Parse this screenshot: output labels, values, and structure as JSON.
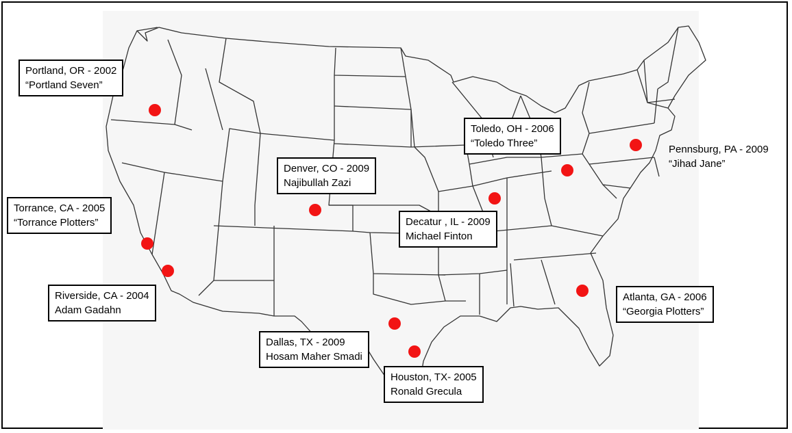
{
  "map": {
    "colors": {
      "marker": "#f21414",
      "border": "#000000",
      "map_lines": "#333333",
      "background": "#f6f6f6"
    },
    "locations": [
      {
        "id": "portland",
        "line1": "Portland, OR - 2002",
        "line2": "“Portland Seven”"
      },
      {
        "id": "torrance",
        "line1": "Torrance, CA - 2005",
        "line2": "“Torrance Plotters”"
      },
      {
        "id": "riverside",
        "line1": "Riverside, CA - 2004",
        "line2": "Adam Gadahn"
      },
      {
        "id": "denver",
        "line1": "Denver, CO - 2009",
        "line2": "Najibullah Zazi"
      },
      {
        "id": "dallas",
        "line1": "Dallas, TX - 2009",
        "line2": "Hosam Maher Smadi"
      },
      {
        "id": "houston",
        "line1": "Houston, TX- 2005",
        "line2": "Ronald Grecula"
      },
      {
        "id": "decatur",
        "line1": "Decatur , IL - 2009",
        "line2": "Michael Finton"
      },
      {
        "id": "toledo",
        "line1": "Toledo, OH - 2006",
        "line2": "“Toledo Three”"
      },
      {
        "id": "pennsburg",
        "line1": "Pennsburg, PA - 2009",
        "line2": "“Jihad Jane”"
      },
      {
        "id": "atlanta",
        "line1": "Atlanta, GA - 2006",
        "line2": "“Georgia Plotters”"
      }
    ]
  }
}
